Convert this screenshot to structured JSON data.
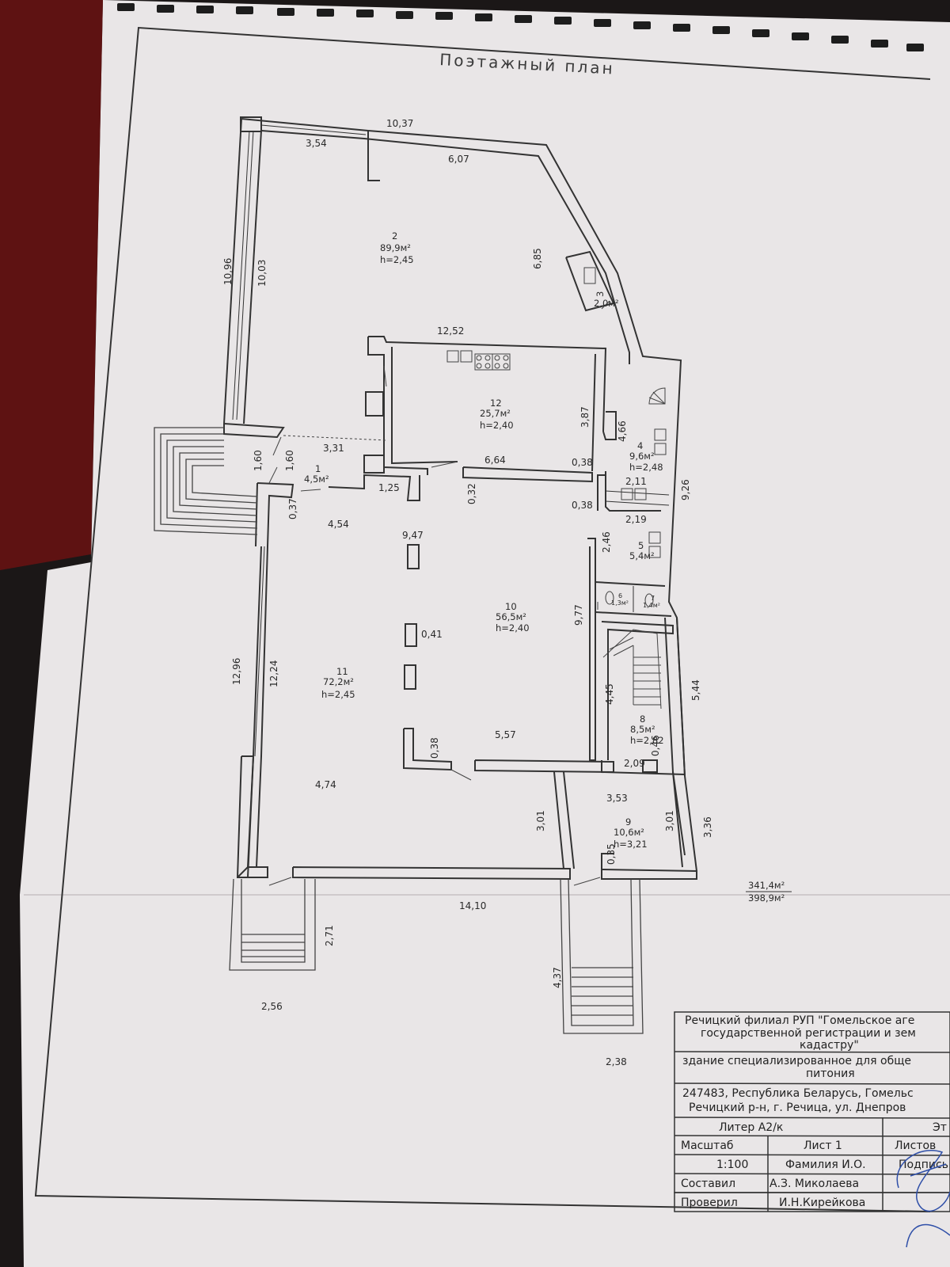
{
  "title": "Поэтажный план",
  "rooms": [
    {
      "id": "room-1",
      "num": "1",
      "area": "4,5м²",
      "height": ""
    },
    {
      "id": "room-2",
      "num": "2",
      "area": "89,9м²",
      "height": "h=2,45"
    },
    {
      "id": "room-3",
      "num": "3",
      "area": "2,0м²",
      "height": ""
    },
    {
      "id": "room-4",
      "num": "4",
      "area": "9,6м²",
      "height": "h=2,48"
    },
    {
      "id": "room-5",
      "num": "5",
      "area": "5,4м²",
      "height": ""
    },
    {
      "id": "room-6",
      "num": "6",
      "area": "1,3м²",
      "height": ""
    },
    {
      "id": "room-7",
      "num": "7",
      "area": "1,4м²",
      "height": ""
    },
    {
      "id": "room-8",
      "num": "8",
      "area": "8,5м²",
      "height": "h=2,82"
    },
    {
      "id": "room-9",
      "num": "9",
      "area": "10,6м²",
      "height": "h=3,21"
    },
    {
      "id": "room-10",
      "num": "10",
      "area": "56,5м²",
      "height": "h=2,40"
    },
    {
      "id": "room-11",
      "num": "11",
      "area": "72,2м²",
      "height": "h=2,45"
    },
    {
      "id": "room-12",
      "num": "12",
      "area": "25,7м²",
      "height": "h=2,40"
    }
  ],
  "dimensions": [
    "10,37",
    "3,54",
    "6,07",
    "10,96",
    "10,03",
    "6,85",
    "12,52",
    "3,87",
    "4,66",
    "3,31",
    "1,60",
    "1,60",
    "6,64",
    "0,38",
    "2,11",
    "9,26",
    "1,25",
    "0,32",
    "0,37",
    "0,38",
    "2,19",
    "4,54",
    "9,47",
    "2,46",
    "0,41",
    "9,77",
    "12,96",
    "12,24",
    "4,45",
    "5,44",
    "5,57",
    "0,38",
    "0,46",
    "4,74",
    "2,09",
    "3,53",
    "3,01",
    "3,01",
    "3,36",
    "0,35",
    "14,10",
    "2,71",
    "2,56",
    "4,37",
    "2,38"
  ],
  "totals": {
    "living": "341,4м²",
    "total": "398,9м²"
  },
  "title_block": {
    "org_line1": "Речицкий филиал РУП \"Гомельское аге",
    "org_line2": "государственной регистрации и зем",
    "org_line3": "кадастру\"",
    "building_line1": "здание специализированное для обще",
    "building_line2": "питония",
    "address_line1": "247483, Республика Беларусь, Гомельс",
    "address_line2": "Речицкий р-н, г. Речица, ул. Днепров",
    "liter": "Литер А2/к",
    "floor_partial": "Эт",
    "scale_label": "Масштаб",
    "sheet_label": "Лист 1",
    "sheets_label": "Листов",
    "scale_value": "1:100",
    "name_label": "Фамилия И.О.",
    "signature_label": "Подпись",
    "compiled_label": "Составил",
    "compiled_name": "А.З. Миколаева",
    "checked_label": "Проверил",
    "checked_name": "И.Н.Кирейкова"
  },
  "colors": {
    "paper": "#e9e6e7",
    "ink": "#333333",
    "background": "#1b1717",
    "signature": "#2f4fa8"
  }
}
